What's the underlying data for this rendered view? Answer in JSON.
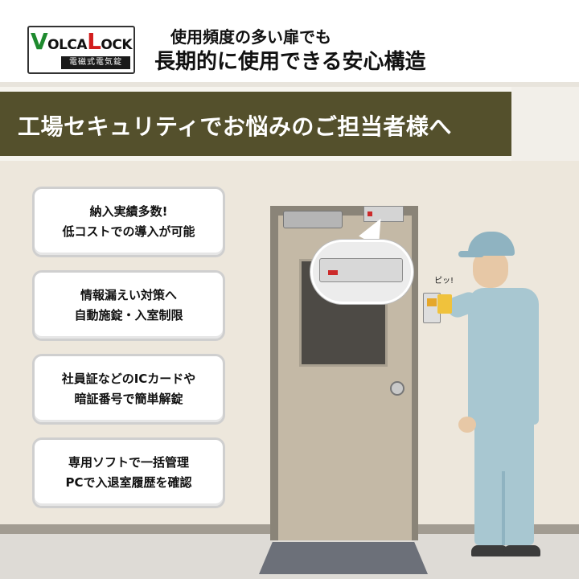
{
  "logo": {
    "brand_v": "V",
    "brand_olca": "OLCA",
    "brand_l": "L",
    "brand_ock": "OCK",
    "subtitle": "電磁式電気錠"
  },
  "header": {
    "line1": "使用頻度の多い扉でも",
    "line2": "長期的に使用できる安心構造"
  },
  "banner": {
    "text": "工場セキュリティでお悩みのご担当者様へ"
  },
  "features": [
    {
      "line1": "納入実績多数!",
      "line2": "低コストでの導入が可能"
    },
    {
      "line1": "情報漏えい対策へ",
      "line2": "自動施錠・入室制限"
    },
    {
      "line1": "社員証などのICカードや",
      "line2": "暗証番号で簡単解錠"
    },
    {
      "line1": "専用ソフトで一括管理",
      "line2": "PCで入退室履歴を確認"
    }
  ],
  "illustration": {
    "beep_text": "ピッ!"
  },
  "colors": {
    "banner_bg": "#54502c",
    "logo_green": "#1e8a2e",
    "logo_red": "#d21d1d",
    "uniform": "#a8c7d1"
  }
}
